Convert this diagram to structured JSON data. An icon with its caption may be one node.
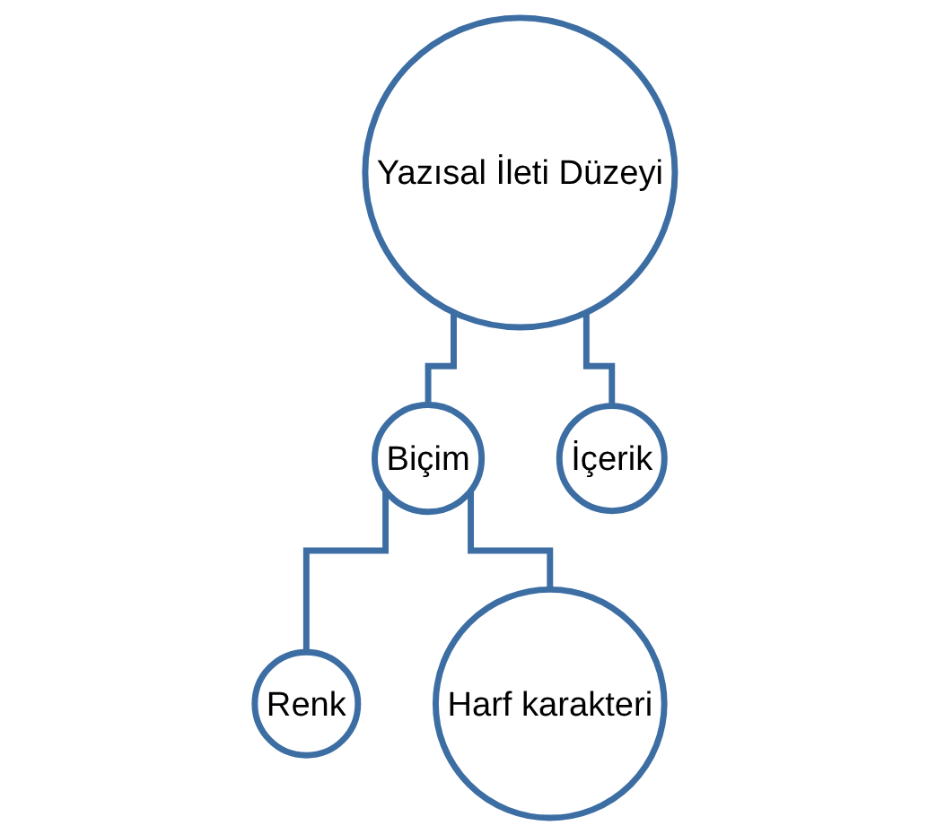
{
  "diagram": {
    "nodes": [
      {
        "text": [
          "Yazısal İleti Düzeyi"
        ]
      },
      {
        "text": [
          "Biçim"
        ]
      },
      {
        "text": [
          "İçerik"
        ]
      },
      {
        "text": [
          "Renk"
        ]
      },
      {
        "text": [
          "Harf karakteri"
        ]
      }
    ],
    "edges": [
      {
        "from": 0,
        "to": 1,
        "arrow": "none"
      },
      {
        "from": 0,
        "to": 2,
        "arrow": "none"
      },
      {
        "from": 1,
        "to": 3,
        "arrow": "none"
      },
      {
        "from": 1,
        "to": 4,
        "arrow": "none"
      }
    ]
  }
}
